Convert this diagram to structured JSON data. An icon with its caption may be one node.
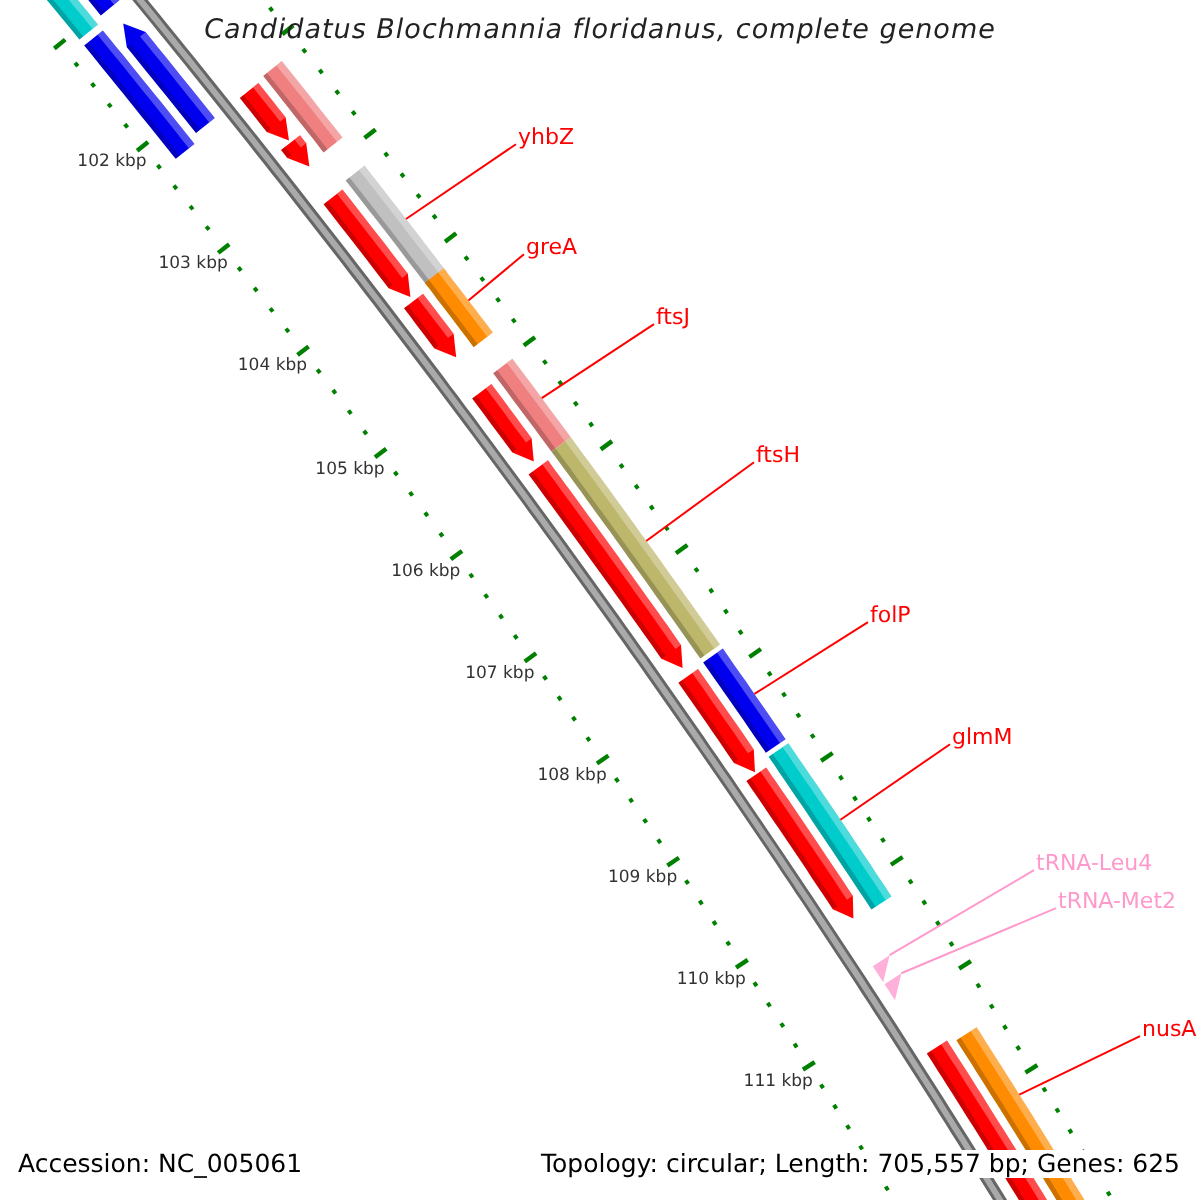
{
  "diagram": {
    "title": "Candidatus Blochmannia floridanus, complete genome",
    "nodes": [
      {
        "text": [
          "yhbZ"
        ]
      },
      {
        "text": [
          "greA"
        ]
      },
      {
        "text": [
          "ftsJ"
        ]
      },
      {
        "text": [
          "ftsH"
        ]
      },
      {
        "text": [
          "folP"
        ]
      },
      {
        "text": [
          "glmM"
        ]
      },
      {
        "text": [
          "tRNA-Leu4"
        ]
      },
      {
        "text": [
          "tRNA-Met2"
        ]
      },
      {
        "text": [
          "nusA"
        ]
      },
      {
        "text": [],
        "shape": "bar"
      },
      {
        "text": [],
        "shape": "bar"
      },
      {
        "text": [],
        "shape": "bar"
      },
      {
        "text": [],
        "shape": "bar"
      },
      {
        "text": [],
        "shape": "bar"
      },
      {
        "text": [],
        "shape": "bar"
      },
      {
        "text": [],
        "shape": "bar"
      },
      {
        "text": [],
        "shape": "bar"
      },
      {
        "text": [],
        "shape": "bar"
      },
      {
        "text": [],
        "shape": "bar"
      },
      {
        "text": [],
        "shape": "bar"
      },
      {
        "text": [],
        "shape": "bar"
      },
      {
        "text": [],
        "shape": "bar"
      },
      {
        "text": [],
        "shape": "bar"
      },
      {
        "text": [],
        "shape": "bar"
      },
      {
        "text": [],
        "shape": "bar"
      },
      {
        "text": [],
        "shape": "bar"
      },
      {
        "text": [],
        "shape": "bar"
      },
      {
        "text": [],
        "shape": "bar"
      },
      {
        "text": [],
        "shape": "triangle"
      },
      {
        "text": [],
        "shape": "triangle"
      },
      {
        "text": [],
        "shape": "bar"
      },
      {
        "text": [],
        "shape": "bar"
      }
    ],
    "edges": [
      {
        "from": 0,
        "to": 16,
        "arrow": "none"
      },
      {
        "from": 1,
        "to": 18,
        "arrow": "none"
      },
      {
        "from": 2,
        "to": 20,
        "arrow": "none"
      },
      {
        "from": 3,
        "to": 22,
        "arrow": "none"
      },
      {
        "from": 4,
        "to": 24,
        "arrow": "none"
      },
      {
        "from": 5,
        "to": 26,
        "arrow": "none"
      },
      {
        "from": 6,
        "to": 28,
        "arrow": "none",
        "color": "#ff99cc"
      },
      {
        "from": 7,
        "to": 29,
        "arrow": "none",
        "color": "#ff99cc"
      },
      {
        "from": 8,
        "to": 30,
        "arrow": "none"
      }
    ],
    "labels": [
      "102 kbp",
      "103 kbp",
      "104 kbp",
      "105 kbp",
      "106 kbp",
      "107 kbp",
      "108 kbp",
      "109 kbp",
      "110 kbp",
      "111 kbp",
      "Accession: NC_005061",
      "Topology: circular; Length: 705,557 bp; Genes: 625"
    ]
  }
}
